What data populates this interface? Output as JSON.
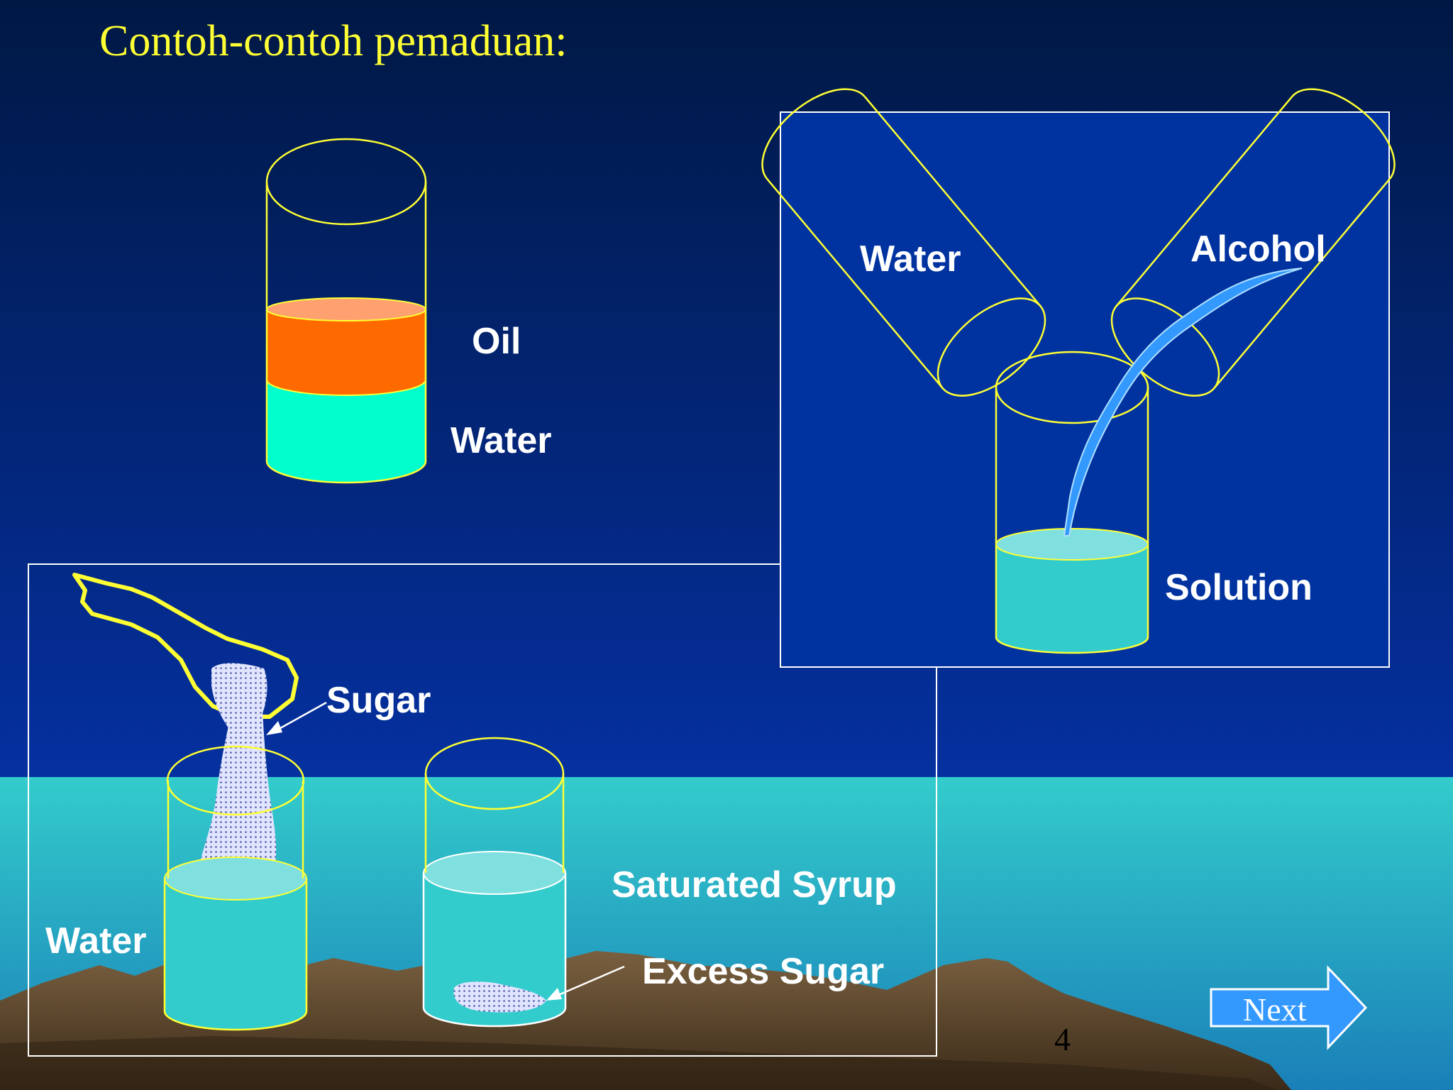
{
  "slide": {
    "title": "Contoh-contoh pemaduan:",
    "page_number": "4",
    "next_label": "Next"
  },
  "oil_water": {
    "oil_label": "Oil",
    "water_label": "Water"
  },
  "alcohol_solution": {
    "water_label": "Water",
    "alcohol_label": "Alcohol",
    "solution_label": "Solution"
  },
  "sugar_syrup": {
    "sugar_label": "Sugar",
    "water_label": "Water",
    "syrup_label": "Saturated Syrup",
    "excess_label": "Excess Sugar"
  },
  "colors": {
    "title": "#ffff33",
    "outline": "#ffff33",
    "oil": "#ff6a00",
    "water_bright": "#00ffcc",
    "liquid": "#33cccc",
    "panel": "#0033a0",
    "sea": "#33cccc",
    "mountain": "#5c4632"
  }
}
